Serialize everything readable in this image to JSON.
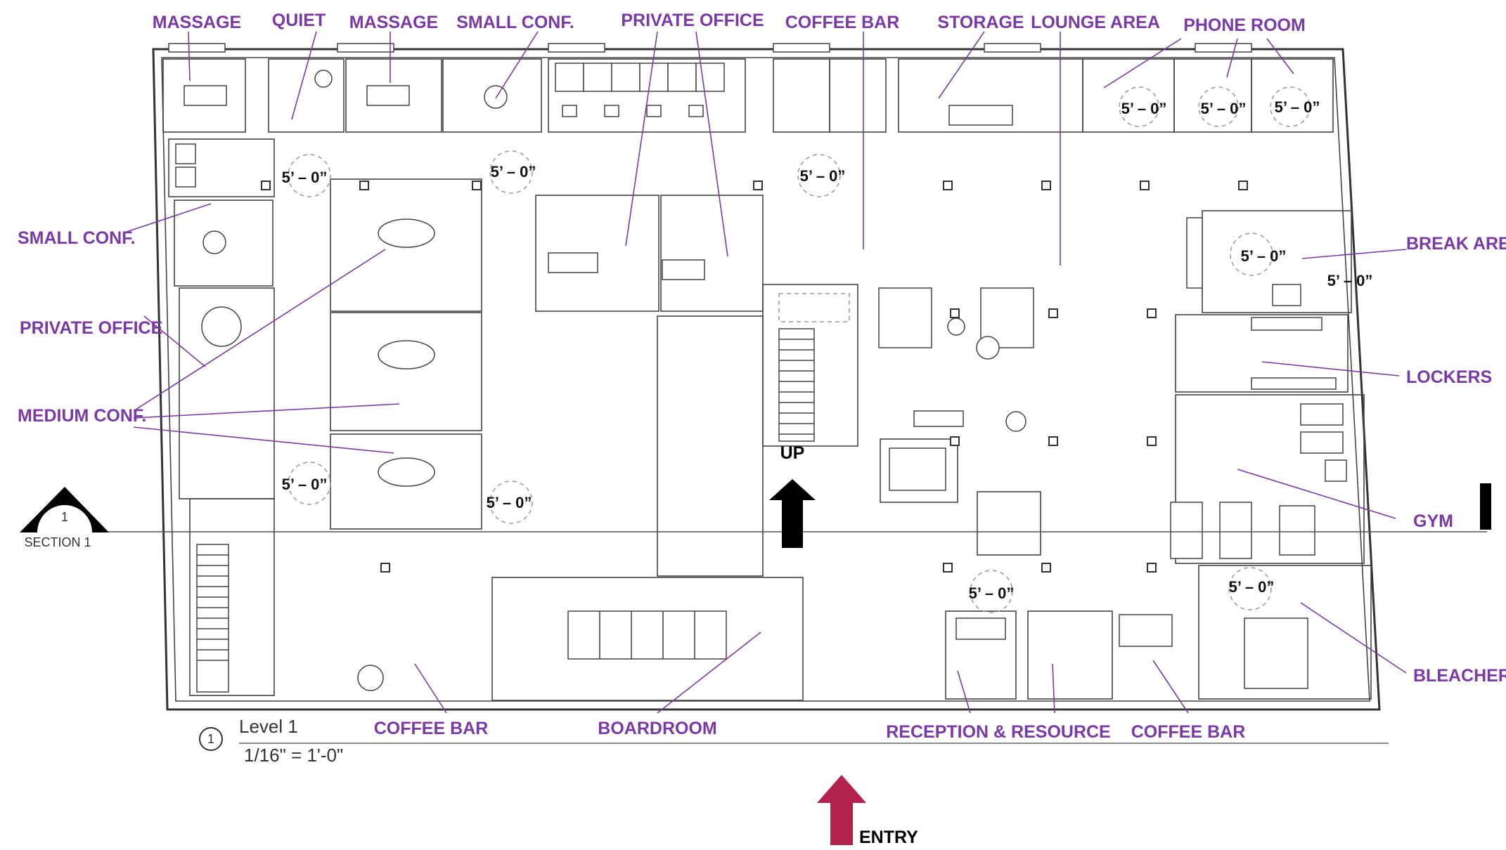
{
  "labels": {
    "massage_1": "MASSAGE",
    "quiet": "QUIET",
    "massage_2": "MASSAGE",
    "small_conf_top": "SMALL CONF.",
    "private_office_top": "PRIVATE OFFICE",
    "coffee_bar_top": "COFFEE BAR",
    "storage": "STORAGE",
    "lounge_area": "LOUNGE AREA",
    "phone_room": "PHONE ROOM",
    "small_conf_left": "SMALL CONF.",
    "private_office_left": "PRIVATE OFFICE",
    "medium_conf": "MEDIUM CONF.",
    "break_area": "BREAK AREA",
    "lockers": "LOCKERS",
    "gym": "GYM",
    "bleachers": "BLEACHERS",
    "coffee_bar_bottom_left": "COFFEE BAR",
    "boardroom": "BOARDROOM",
    "reception": "RECEPTION & RESOURCE",
    "coffee_bar_bottom_right": "COFFEE BAR"
  },
  "dimension": "5’ – 0”",
  "stair_label": "UP",
  "entry_label": "ENTRY",
  "section": {
    "number": "1",
    "label": "SECTION 1"
  },
  "title_block": {
    "number": "1",
    "level": "Level 1",
    "scale": "1/16\" = 1'-0\""
  },
  "colors": {
    "label": "#7a3aa6",
    "entry_arrow": "#b3224a",
    "wall": "#333333"
  }
}
